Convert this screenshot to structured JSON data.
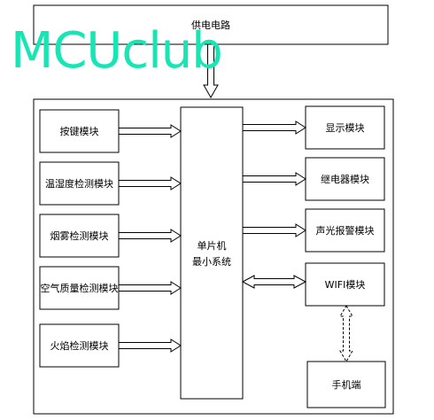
{
  "watermark": "MCUclub",
  "power_supply": "供电电路",
  "mcu": {
    "line1": "单片机",
    "line2": "最小系统"
  },
  "inputs": [
    "按键模块",
    "温湿度检测模块",
    "烟雾检测模块",
    "空气质量检测模块",
    "火焰检测模块"
  ],
  "outputs": [
    "显示模块",
    "继电器模块",
    "声光报警模块",
    "WIFI模块"
  ],
  "phone": "手机端",
  "colors": {
    "watermark": "#17e6b4",
    "stroke": "#000000",
    "background": "#ffffff"
  }
}
